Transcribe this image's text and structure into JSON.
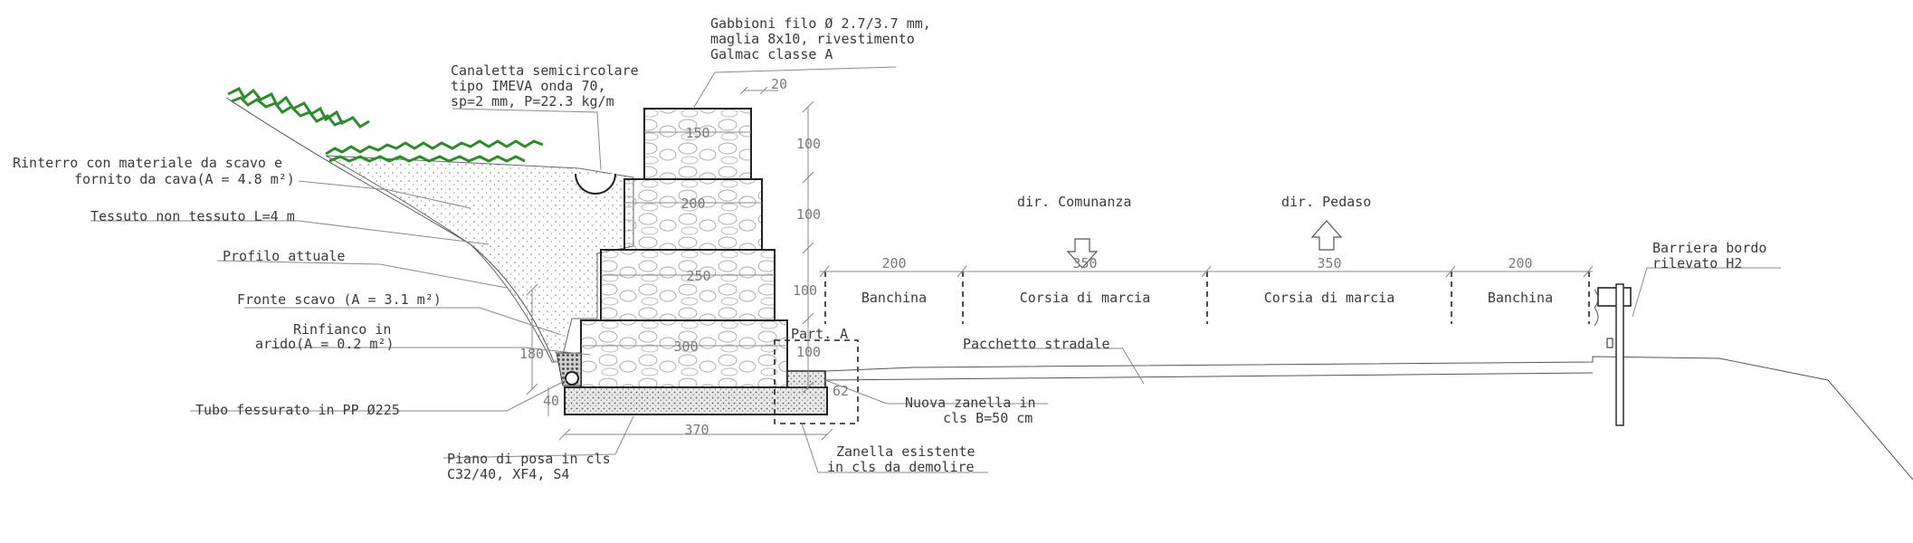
{
  "labels": {
    "gabbioni": [
      "Gabbioni filo Ø 2.7/3.7 mm,",
      "maglia 8x10, rivestimento",
      "Galmac classe A"
    ],
    "canaletta": [
      "Canaletta semicircolare",
      "tipo IMEVA onda 70,",
      "sp=2 mm, P=22.3 kg/m"
    ],
    "rinterro": [
      "Rinterro con materiale da scavo e",
      "fornito da cava(A = 4.8 m²)"
    ],
    "tessuto": "Tessuto non tessuto L=4 m",
    "profilo": "Profilo attuale",
    "fronte": "Fronte scavo  (A = 3.1 m²)",
    "rinfianco": [
      "Rinfianco in",
      "arido(A = 0.2 m²)"
    ],
    "tubo": "Tubo fessurato in PP Ø225",
    "piano": [
      "Piano di posa in cls",
      "C32/40, XF4, S4"
    ],
    "zanella_esistente": [
      "Zanella esistente",
      "in cls da demolire"
    ],
    "nuova_zanella": [
      "Nuova zanella in",
      "cls B=50 cm"
    ],
    "pacchetto": "Pacchetto stradale",
    "barriera": [
      "Barriera bordo",
      "rilevato H2"
    ],
    "part_a": "Part. A",
    "dir_comunanza": "dir. Comunanza",
    "dir_pedaso": "dir. Pedaso"
  },
  "road": {
    "lanes": [
      "Banchina",
      "Corsia di marcia",
      "Corsia di marcia",
      "Banchina"
    ],
    "widths": [
      "200",
      "350",
      "350",
      "200"
    ]
  },
  "dimensions": {
    "top_offset": "20",
    "gabion_widths": [
      "150",
      "200",
      "250",
      "300"
    ],
    "gabion_heights": [
      "100",
      "100",
      "100",
      "100"
    ],
    "total_height": "180",
    "base_thickness": "40",
    "base_width": "370",
    "zanella": "62"
  }
}
